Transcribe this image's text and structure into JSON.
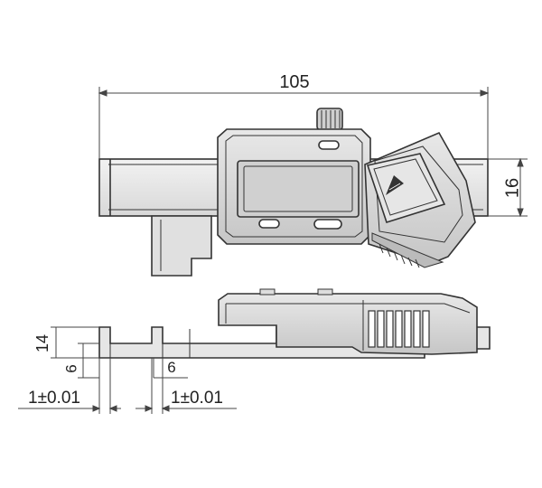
{
  "dimensions": {
    "overall_length": "105",
    "beam_height": "16",
    "jaw_height": "14",
    "jaw_step_left": "6",
    "jaw_step_right": "6",
    "tolerance_left": "1±0.01",
    "tolerance_right": "1±0.01"
  },
  "icons": {
    "button": "triangle-arrow-icon"
  },
  "colors": {
    "outline": "#333333",
    "body_fill": "#d8d8d8",
    "screen_fill": "#cfcfcf",
    "dim_line": "#444444"
  }
}
